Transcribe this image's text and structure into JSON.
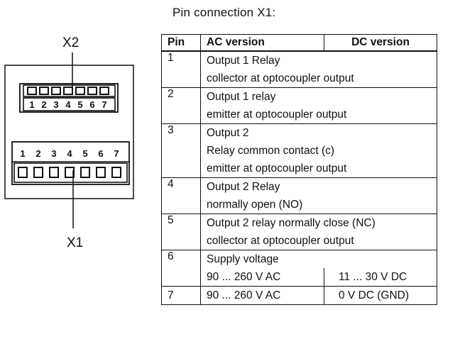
{
  "caption": "Pin connection X1:",
  "diagram": {
    "label_top": "X2",
    "label_bottom": "X1",
    "pin_numbers": [
      "1",
      "2",
      "3",
      "4",
      "5",
      "6",
      "7"
    ]
  },
  "table": {
    "headers": {
      "pin": "Pin",
      "ac": "AC version",
      "dc": "DC version"
    },
    "rows": [
      {
        "pin": "1",
        "lines": [
          "Output 1 Relay",
          "collector at optocoupler output"
        ]
      },
      {
        "pin": "2",
        "lines": [
          "Output 1 relay",
          "emitter at optocoupler output"
        ]
      },
      {
        "pin": "3",
        "lines": [
          "Output 2",
          "Relay common contact (c)",
          "emitter at optocoupler output"
        ]
      },
      {
        "pin": "4",
        "lines": [
          "Output 2 Relay",
          "normally open (NO)"
        ]
      },
      {
        "pin": "5",
        "lines": [
          "Output 2 relay normally close (NC)",
          "collector at optocoupler output"
        ]
      },
      {
        "pin": "6",
        "lines": [
          "Supply voltage"
        ],
        "ac": "90 ... 260 V AC",
        "dc": "11 ... 30 V DC"
      },
      {
        "pin": "7",
        "ac": "90 ... 260 V AC",
        "dc": "0 V DC (GND)"
      }
    ]
  }
}
